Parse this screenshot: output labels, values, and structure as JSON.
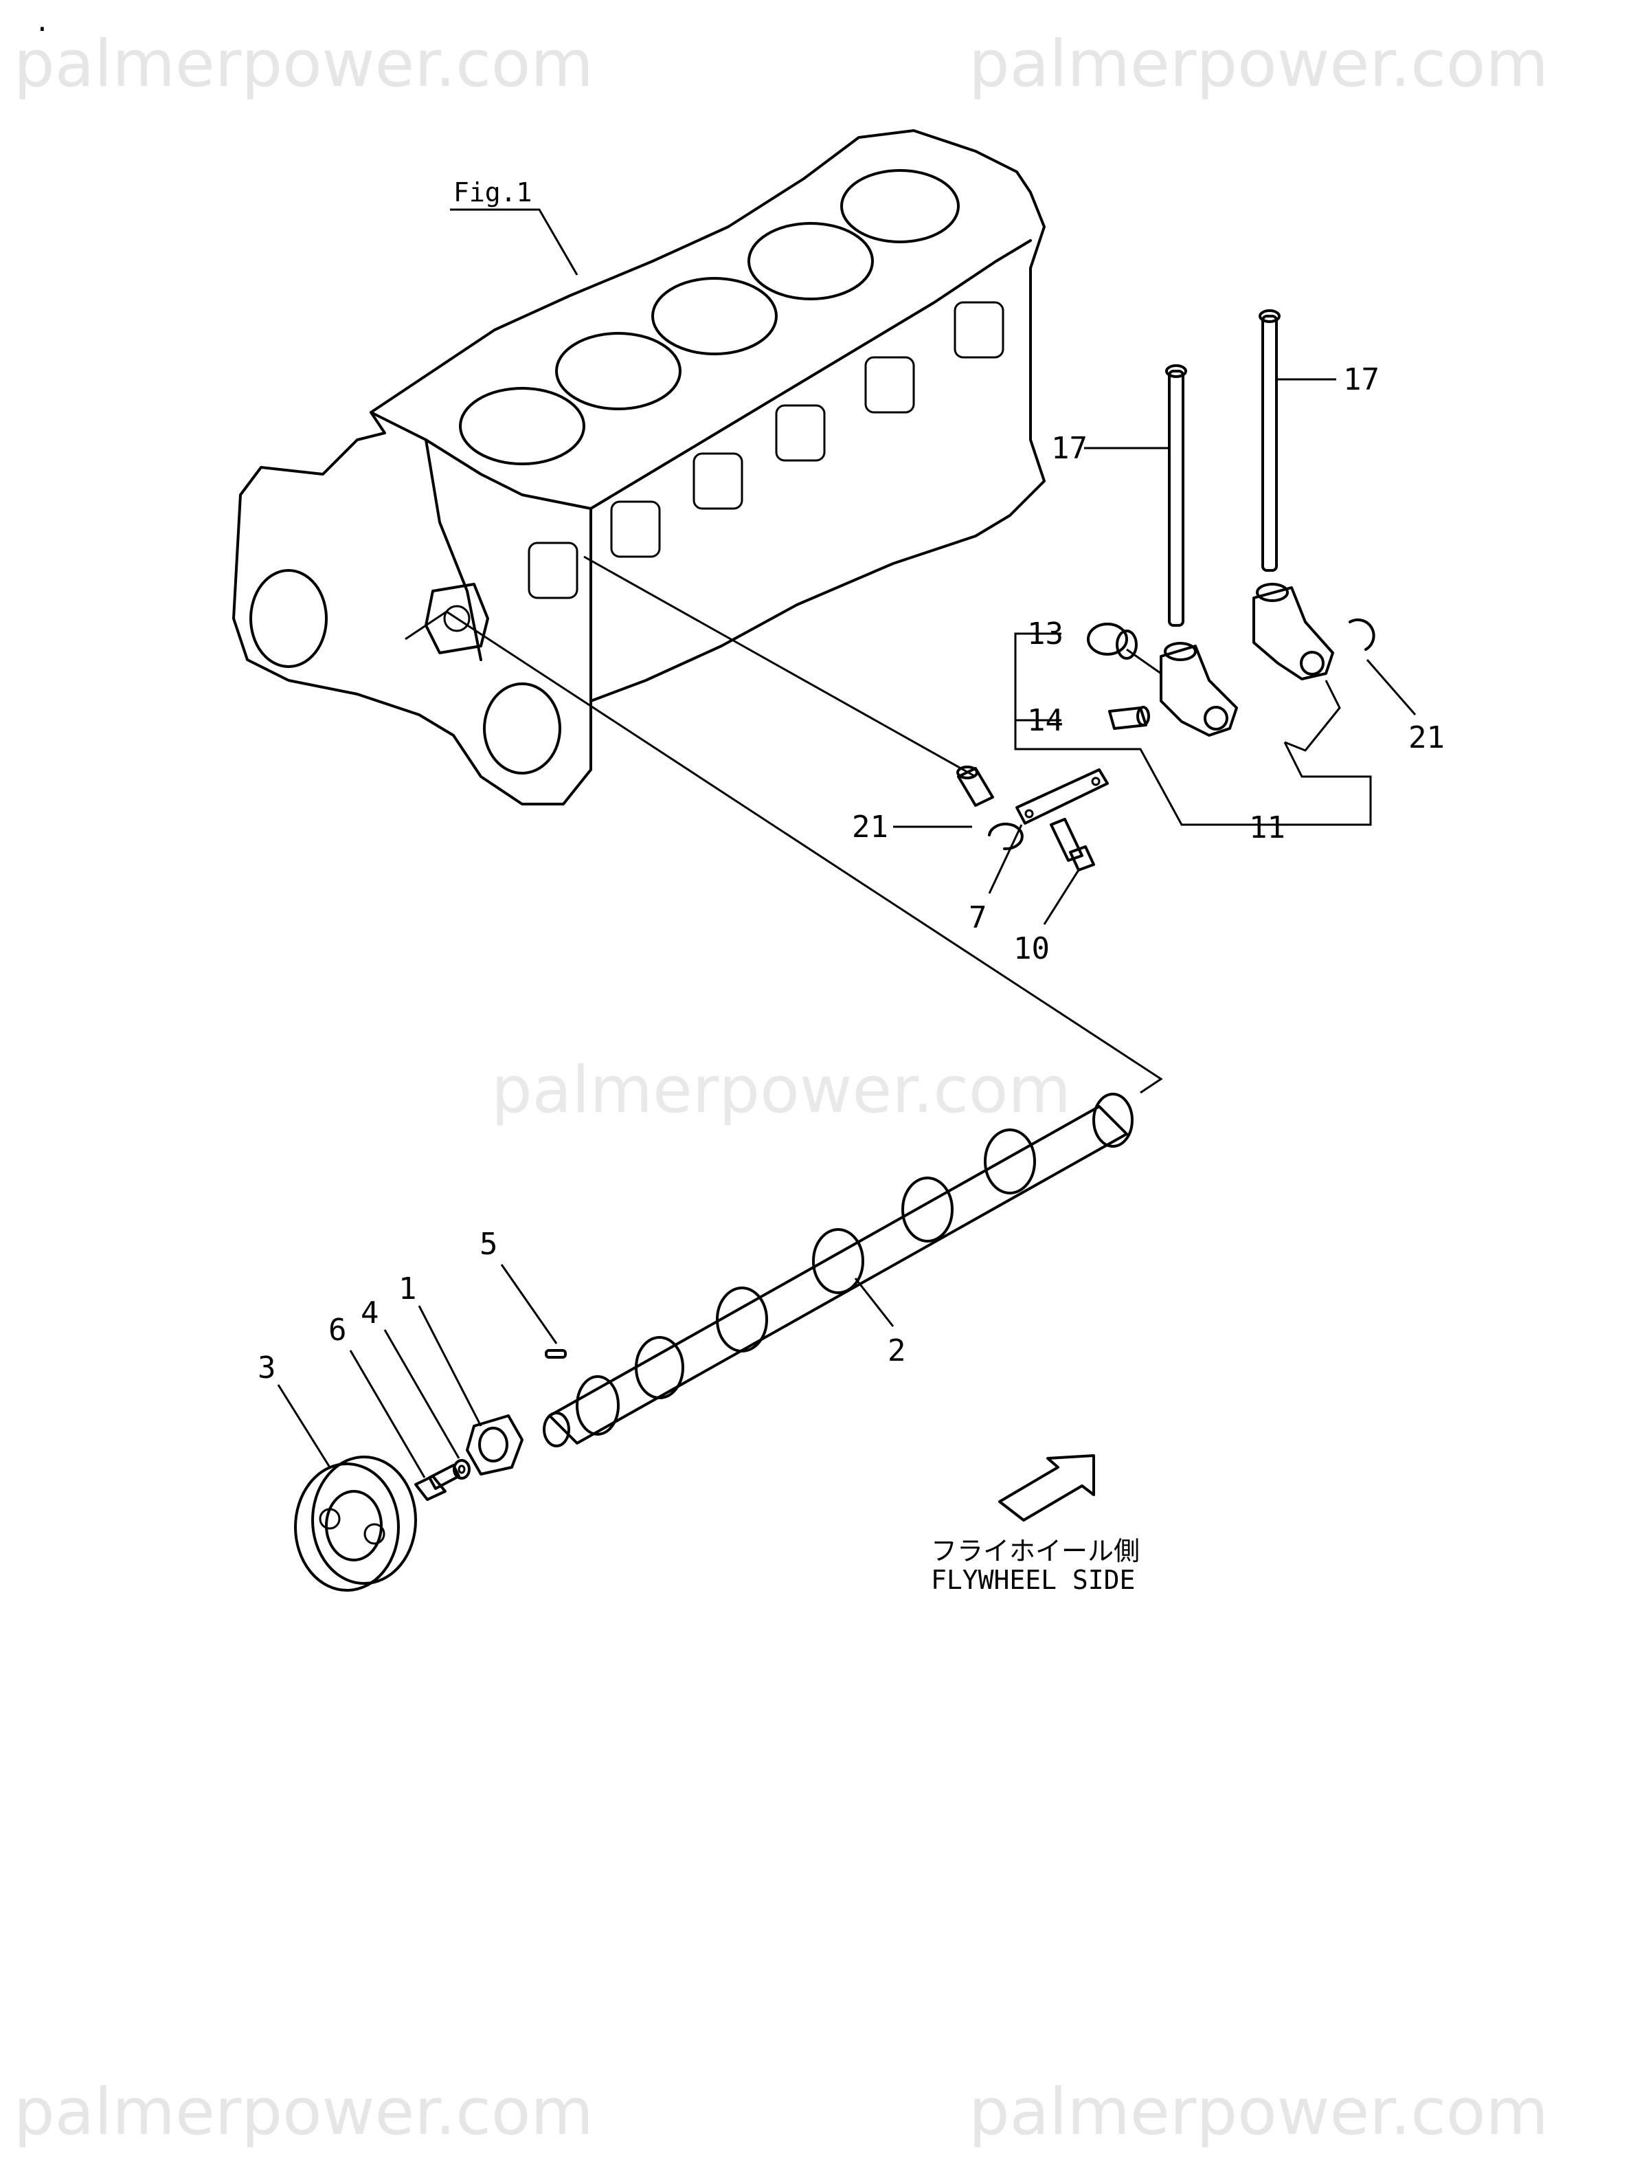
{
  "watermarks": {
    "top_left": "palmerpower.com",
    "top_right": "palmerpower.com",
    "middle": "palmerpower.com",
    "bottom_left": "palmerpower.com",
    "bottom_right": "palmerpower.com"
  },
  "figure_label": "Fig.1",
  "callouts": {
    "p1": "1",
    "p2": "2",
    "p3": "3",
    "p4": "4",
    "p5": "5",
    "p6": "6",
    "p7": "7",
    "p10": "10",
    "p11": "11",
    "p13": "13",
    "p14": "14",
    "p17a": "17",
    "p17b": "17",
    "p21a": "21",
    "p21b": "21"
  },
  "direction": {
    "label_jp": "フライホイール側",
    "label_en": "FLYWHEEL SIDE"
  },
  "corner_mark": "."
}
